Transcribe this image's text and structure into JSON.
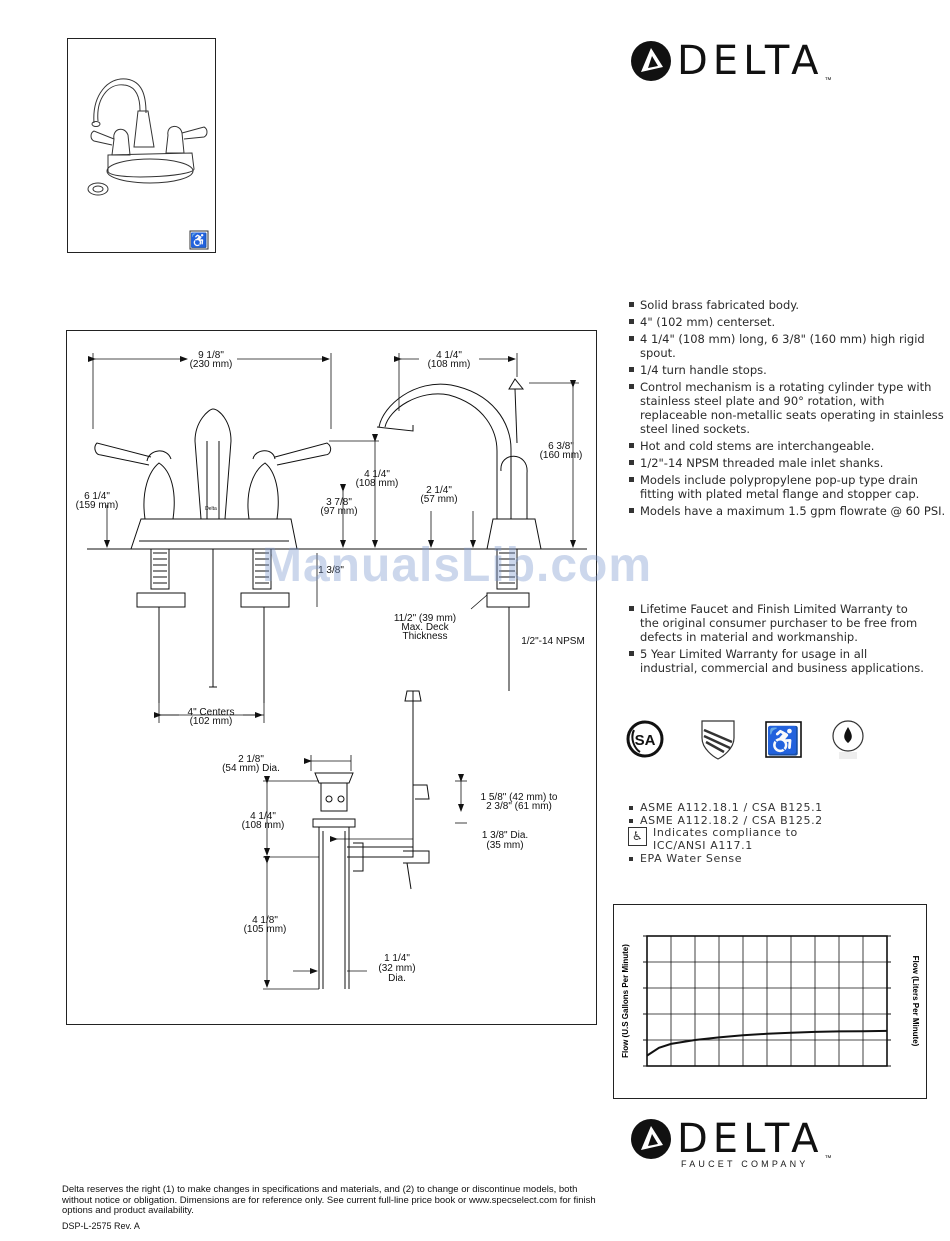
{
  "brand": {
    "name": "DELTA",
    "tagline": "FAUCET COMPANY",
    "tm": "™"
  },
  "features": [
    "Solid brass fabricated body.",
    "4\" (102 mm) centerset.",
    "4 1/4\" (108 mm) long, 6 3/8\" (160 mm) high rigid spout.",
    "1/4 turn handle stops.",
    "Control mechanism is a rotating cylinder type with stainless steel plate and 90° rotation, with replaceable non-metallic seats operating in stainless steel lined sockets.",
    "Hot and cold stems are interchangeable.",
    "1/2\"-14 NPSM threaded male inlet shanks.",
    "Models include polypropylene pop-up type drain fitting with plated metal flange and stopper cap.",
    "Models have a maximum 1.5 gpm flowrate @ 60 PSI."
  ],
  "warranty": [
    "Lifetime Faucet and Finish Limited Warranty to the original consumer purchaser to be free from defects in material and workmanship.",
    "5 Year Limited Warranty for usage in all industrial, commercial and business applications."
  ],
  "standards": {
    "asme1": "ASME A112.18.1 / CSA B125.1",
    "asme2": "ASME A112.18.2 / CSA B125.2",
    "ada_line1": "Indicates compliance to",
    "ada_line2": "ICC/ANSI A117.1",
    "epa": "EPA Water Sense"
  },
  "certification_icons": [
    "csa-icon",
    "shield-icon",
    "accessibility-icon",
    "watersense-icon"
  ],
  "dimensions": {
    "width_in": "9 1/8\"",
    "width_mm": "(230 mm)",
    "spout_reach_in": "4 1/4\"",
    "spout_reach_mm": "(108 mm)",
    "total_height_in": "6 1/4\"",
    "total_height_mm": "(159 mm)",
    "handle_height_in": "4 1/4\"",
    "handle_height_mm": "(108 mm)",
    "body_height_in": "3 7/8\"",
    "body_height_mm": "(97 mm)",
    "spout_height_in": "6 3/8\"",
    "spout_height_mm": "(160 mm)",
    "aerator_in": "2 1/4\"",
    "aerator_mm": "(57 mm)",
    "deck_1": "11/2\" (39 mm)",
    "deck_2": "Max. Deck",
    "deck_3": "Thickness",
    "npsm": "1/2\"-14 NPSM",
    "centers_in": "4\" Centers",
    "centers_mm": "(102 mm)",
    "flange_in": "2 1/8\"",
    "flange_mm": "(54 mm) Dia.",
    "drain_upper_in": "4 1/4\"",
    "drain_upper_mm": "(108 mm)",
    "lift_1": "1 5/8\" (42 mm) to",
    "lift_2": "2 3/8\" (61 mm)",
    "pivot_in": "1 3/8\" Dia.",
    "pivot_mm": "(35 mm)",
    "drain_lower_in": "4 1/8\"",
    "drain_lower_mm": "(105 mm)",
    "tail_in": "1 1/4\"",
    "tail_mm": "(32 mm)",
    "tail_dia": "Dia.",
    "partial": "1 3/8\"",
    "faucet_logo": "Delta"
  },
  "chart": {
    "y_label_left": "Flow (U.S Gallons Per Minute)",
    "y_label_right": "Flow (Liters Per Minute)"
  },
  "chart_data": {
    "type": "line",
    "title": "",
    "xlabel": "",
    "ylabel": "Flow (U.S Gallons Per Minute)",
    "y2label": "Flow (Liters Per Minute)",
    "grid": true,
    "x": [
      0,
      0.5,
      1,
      2,
      3,
      4,
      5,
      6,
      7,
      8,
      9,
      10
    ],
    "series": [
      {
        "values": [
          0.4,
          0.7,
          0.85,
          1.0,
          1.1,
          1.18,
          1.24,
          1.28,
          1.31,
          1.33,
          1.34,
          1.35
        ]
      }
    ],
    "xlim": [
      0,
      10
    ],
    "ylim": [
      0,
      5
    ]
  },
  "watermark": "ManualsLib.com",
  "footer": {
    "disclaimer": "Delta reserves the right (1) to make changes in specifications and materials, and (2) to change or discontinue models, both without notice or obligation. Dimensions are for reference only.  See current full-line price book or www.specselect.com for finish options and product availability.",
    "doc_id": "DSP-L-2575 Rev. A"
  }
}
